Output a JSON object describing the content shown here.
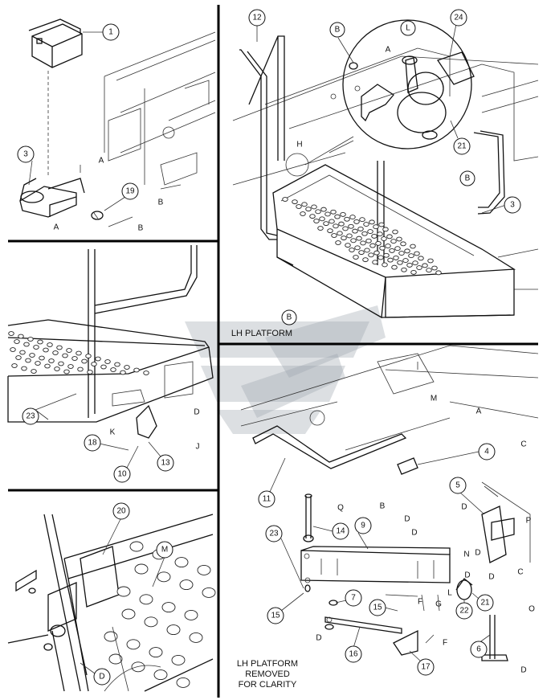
{
  "title": "LH PLATFORM",
  "note": [
    "LH PLATFORM",
    "REMOVED",
    "FOR CLARITY"
  ],
  "panel_top_left": {
    "callouts": [
      "1",
      "3",
      "19"
    ],
    "letters": [
      "A",
      "A",
      "B",
      "B"
    ]
  },
  "panel_top_right": {
    "callouts": [
      "12",
      "24",
      "21",
      "3"
    ],
    "letters": [
      "B",
      "A",
      "L",
      "H",
      "B",
      "B"
    ]
  },
  "panel_mid_left": {
    "callouts": [
      "23",
      "18",
      "13",
      "10"
    ],
    "letters": [
      "D",
      "K",
      "J"
    ]
  },
  "panel_bottom_left": {
    "callouts": [
      "20",
      "M",
      "D"
    ]
  },
  "panel_bottom_right": {
    "callouts": [
      "11",
      "4",
      "5",
      "14",
      "9",
      "23",
      "7",
      "15",
      "15",
      "16",
      "17",
      "22",
      "21",
      "6"
    ],
    "letters": [
      "M",
      "A",
      "C",
      "Q",
      "B",
      "D",
      "D",
      "D",
      "P",
      "N",
      "D",
      "C",
      "D",
      "F",
      "G",
      "D",
      "L",
      "O",
      "D",
      "F",
      "D"
    ]
  },
  "colors": {
    "line": "#111111",
    "watermark": "#9aa3ad",
    "background": "#ffffff"
  }
}
